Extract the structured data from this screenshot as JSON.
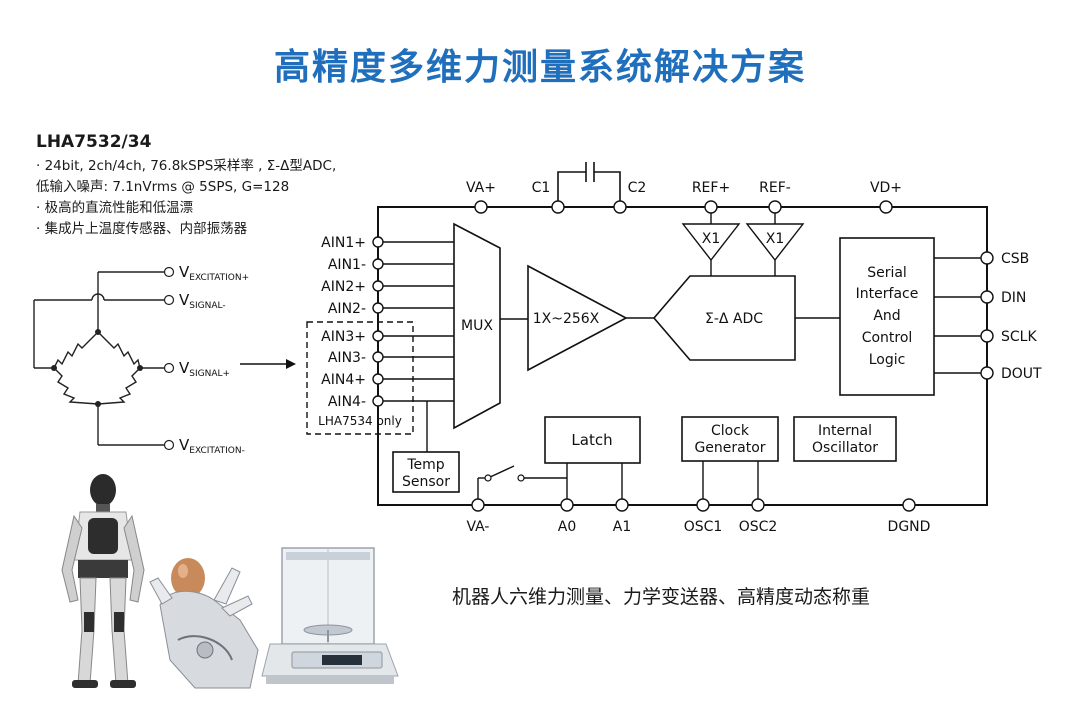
{
  "title": "高精度多维力测量系统解决方案",
  "spec": {
    "part": "LHA7532/34",
    "lines": [
      "· 24bit, 2ch/4ch, 76.8kSPS采样率 , Σ-Δ型ADC,",
      "低输入噪声: 7.1nVrms @ 5SPS, G=128",
      "· 极高的直流性能和低温漂",
      "· 集成片上温度传感器、内部振荡器"
    ]
  },
  "bridge": {
    "v_exc_plus": "V",
    "v_exc_plus_sub": "EXCITATION+",
    "v_sig_minus": "V",
    "v_sig_minus_sub": "SIGNAL-",
    "v_sig_plus": "V",
    "v_sig_plus_sub": "SIGNAL+",
    "v_exc_minus": "V",
    "v_exc_minus_sub": "EXCITATION-"
  },
  "pins": {
    "top": [
      "VA+",
      "C1",
      "C2",
      "REF+",
      "REF-",
      "VD+"
    ],
    "bottom": [
      "VA-",
      "A0",
      "A1",
      "OSC1",
      "OSC2",
      "DGND"
    ],
    "right": [
      "CSB",
      "DIN",
      "SCLK",
      "DOUT"
    ],
    "inputs": [
      "AIN1+",
      "AIN1-",
      "AIN2+",
      "AIN2-",
      "AIN3+",
      "AIN3-",
      "AIN4+",
      "AIN4-"
    ],
    "note": "LHA7534 only"
  },
  "blocks": {
    "mux": "MUX",
    "pga": "1X~256X",
    "adc": "Σ-Δ ADC",
    "buf": "X1",
    "serial": [
      "Serial",
      "Interface",
      "And",
      "Control",
      "Logic"
    ],
    "temp": [
      "Temp",
      "Sensor"
    ],
    "latch": "Latch",
    "clock": [
      "Clock",
      "Generator"
    ],
    "osc": [
      "Internal",
      "Oscillator"
    ]
  },
  "applications": "机器人六维力测量、力学变送器、高精度动态称重"
}
